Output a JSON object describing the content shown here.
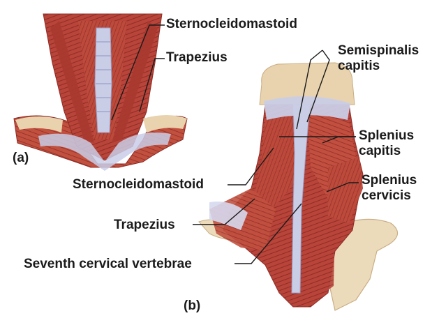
{
  "panels": {
    "a": "(a)",
    "b": "(b)"
  },
  "labels": {
    "a_sternocleidomastoid": "Sternocleidomastoid",
    "a_trapezius": "Trapezius",
    "semispinalis_line1": "Semispinalis",
    "semispinalis_line2": "capitis",
    "splenius_capitis_line1": "Splenius",
    "splenius_capitis_line2": "capitis",
    "splenius_cervicis_line1": "Splenius",
    "splenius_cervicis_line2": "cervicis",
    "b_sternocleidomastoid": "Sternocleidomastoid",
    "b_trapezius": "Trapezius",
    "seventh_cervical": "Seventh cervical vertebrae"
  },
  "colors": {
    "muscle": "#b8443a",
    "muscle_dark": "#8e2d26",
    "muscle_light": "#d76a5a",
    "tendon": "#c9cde6",
    "bone": "#e9d3ae",
    "skin": "#f0dcc0",
    "leader": "#1a1a1a"
  }
}
